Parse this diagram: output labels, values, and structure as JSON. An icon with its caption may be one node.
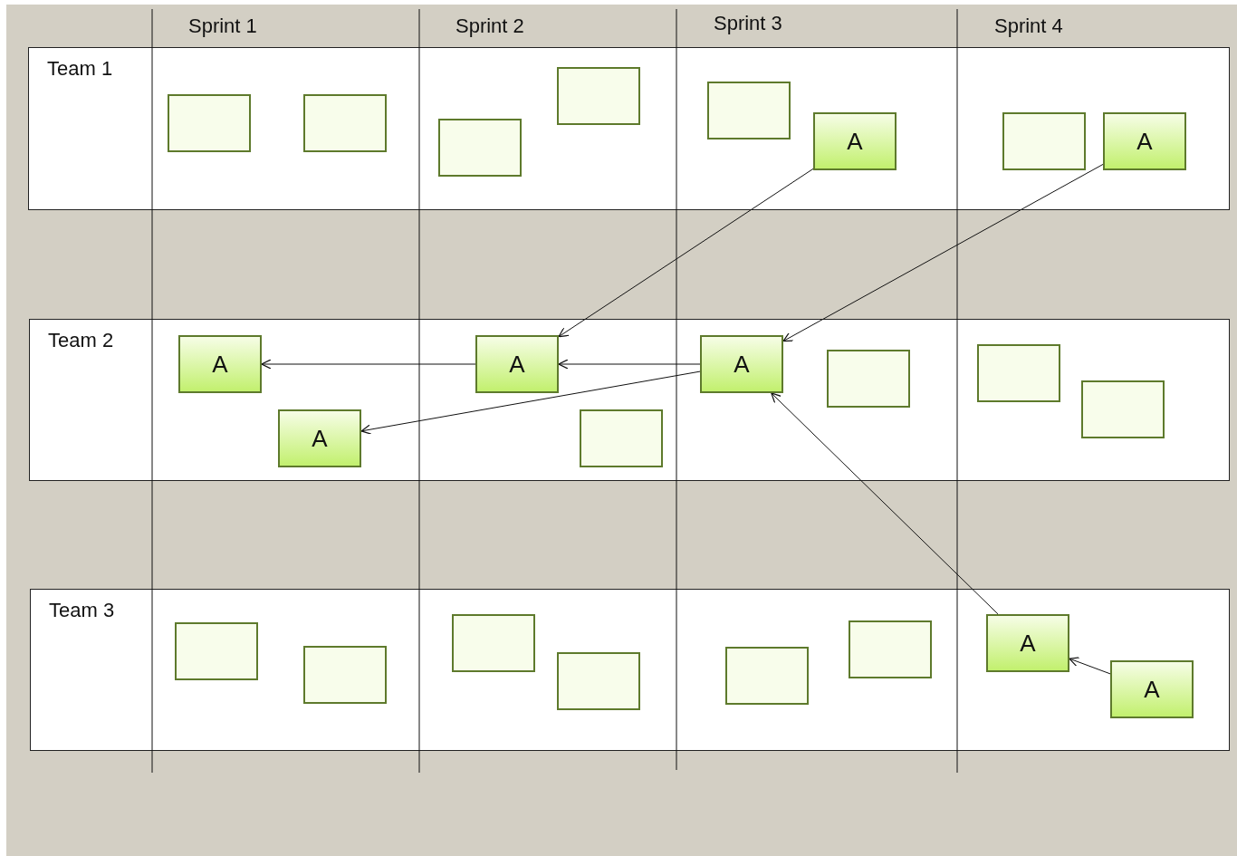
{
  "diagram": {
    "nodes": [
      {
        "text": [
          "Team 1"
        ]
      },
      {
        "text": [],
        "shape": "box",
        "in": 0
      },
      {
        "text": [],
        "shape": "box",
        "in": 0
      },
      {
        "text": [],
        "shape": "box",
        "in": 0
      },
      {
        "text": [],
        "shape": "box",
        "in": 0
      },
      {
        "text": [],
        "shape": "box",
        "in": 0
      },
      {
        "text": [
          "A"
        ],
        "in": 0
      },
      {
        "text": [],
        "shape": "box",
        "in": 0
      },
      {
        "text": [
          "A"
        ],
        "in": 0
      },
      {
        "text": [
          "Team 2"
        ]
      },
      {
        "text": [
          "A"
        ],
        "in": 9
      },
      {
        "text": [
          "A"
        ],
        "in": 9
      },
      {
        "text": [
          "A"
        ],
        "in": 9
      },
      {
        "text": [],
        "shape": "box",
        "in": 9
      },
      {
        "text": [
          "A"
        ],
        "in": 9
      },
      {
        "text": [],
        "shape": "box",
        "in": 9
      },
      {
        "text": [],
        "shape": "box",
        "in": 9
      },
      {
        "text": [],
        "shape": "box",
        "in": 9
      },
      {
        "text": [
          "Team 3"
        ]
      },
      {
        "text": [],
        "shape": "box",
        "in": 18
      },
      {
        "text": [],
        "shape": "box",
        "in": 18
      },
      {
        "text": [],
        "shape": "box",
        "in": 18
      },
      {
        "text": [],
        "shape": "box",
        "in": 18
      },
      {
        "text": [],
        "shape": "box",
        "in": 18
      },
      {
        "text": [],
        "shape": "box",
        "in": 18
      },
      {
        "text": [
          "A"
        ],
        "in": 18
      },
      {
        "text": [
          "A"
        ],
        "in": 18
      }
    ],
    "edges": [
      {
        "from": 6,
        "to": 12,
        "arrow": "to"
      },
      {
        "from": 8,
        "to": 14,
        "arrow": "to"
      },
      {
        "from": 14,
        "to": 12,
        "arrow": "to"
      },
      {
        "from": 12,
        "to": 10,
        "arrow": "to"
      },
      {
        "from": 14,
        "to": 11,
        "arrow": "to"
      },
      {
        "from": 25,
        "to": 14,
        "arrow": "to"
      },
      {
        "from": 26,
        "to": 25,
        "arrow": "to"
      }
    ],
    "labels": [
      "Sprint 1",
      "Sprint 2",
      "Sprint 3",
      "Sprint 4"
    ]
  }
}
